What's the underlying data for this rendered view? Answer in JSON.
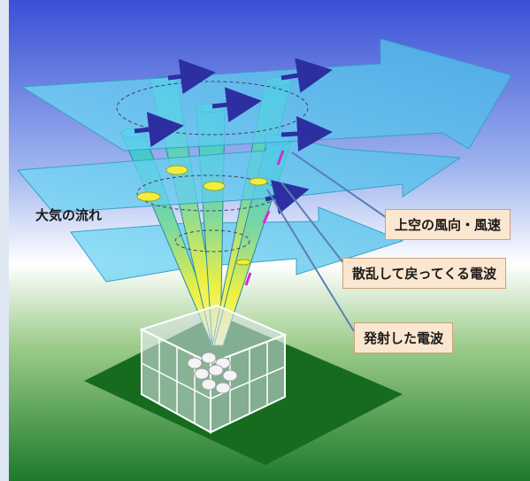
{
  "labels": {
    "airflow": "大気の流れ",
    "wind": "上空の風向・風速",
    "scattered": "散乱して戻ってくる電波",
    "emitted": "発射した電波"
  },
  "colors": {
    "sky_top": "#3c52d8",
    "sky_bottom": "#ffffff",
    "ground": "#1f7a2a",
    "wind_layer": "#5fd0f0",
    "beam_top": "#35c8d8",
    "beam_mid": "#f0f040",
    "arrow_blue": "#2d2fa0",
    "arrow_magenta": "#d030d0",
    "callout_bg": "#fbe6cf"
  }
}
